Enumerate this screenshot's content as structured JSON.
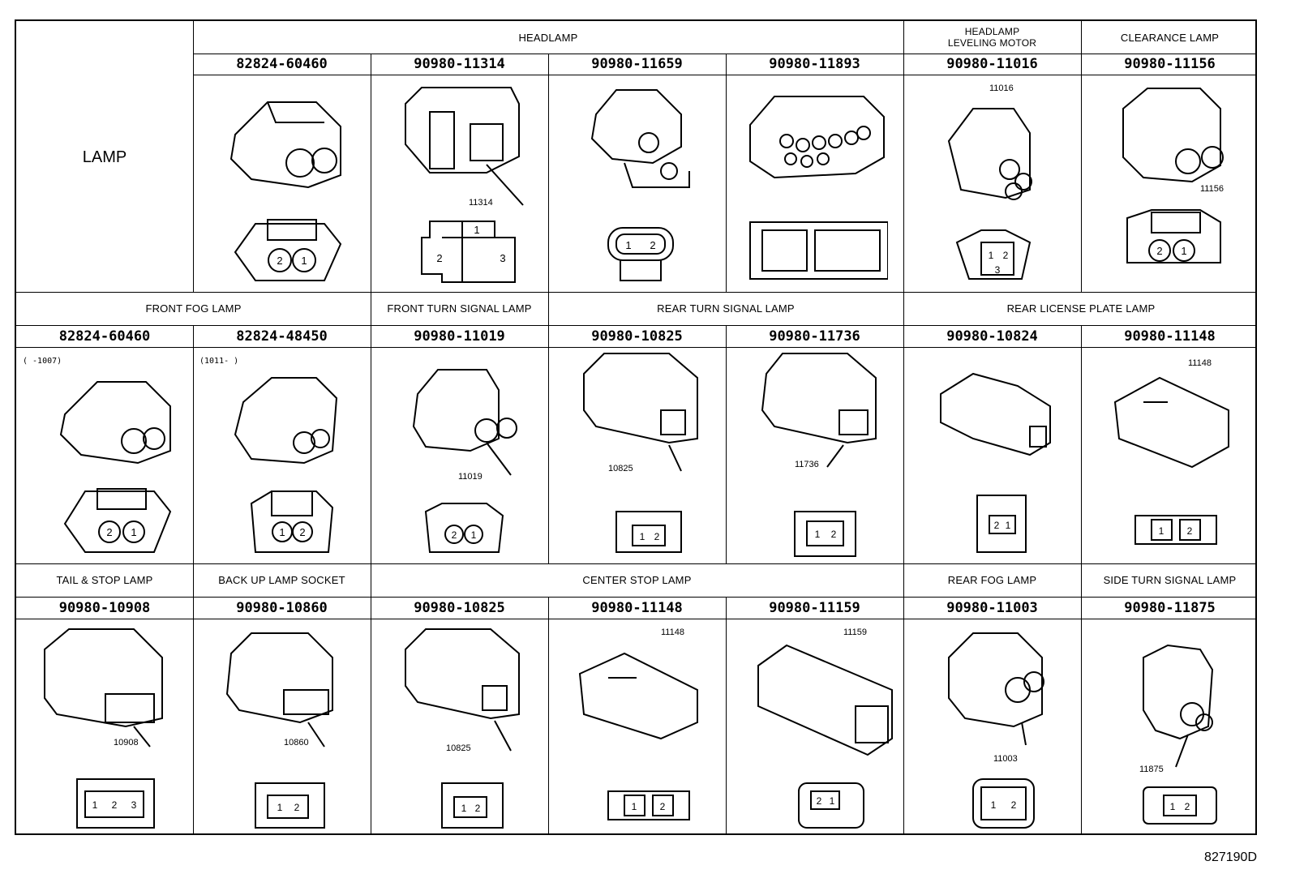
{
  "title_cell": {
    "label": "LAMP"
  },
  "sections": [
    {
      "row": 1,
      "headers": [
        {
          "label": "HEADLAMP",
          "span": "82824-60460..90980-11893"
        },
        {
          "label": "HEADLAMP\nLEVELING MOTOR"
        },
        {
          "label": "CLEARANCE LAMP"
        }
      ],
      "connectors": [
        {
          "part_number": "82824-60460",
          "pins": [
            "2",
            "1"
          ],
          "callout": ""
        },
        {
          "part_number": "90980-11314",
          "pins": [
            "1",
            "2",
            "3"
          ],
          "callout": "11314"
        },
        {
          "part_number": "90980-11659",
          "pins": [
            "1",
            "2"
          ],
          "callout": ""
        },
        {
          "part_number": "90980-11893",
          "pins": [],
          "callout": ""
        },
        {
          "part_number": "90980-11016",
          "pins": [
            "1",
            "2",
            "3"
          ],
          "callout": "11016"
        },
        {
          "part_number": "90980-11156",
          "pins": [
            "2",
            "1"
          ],
          "callout": "11156"
        }
      ]
    },
    {
      "row": 2,
      "headers": [
        {
          "label": "FRONT FOG LAMP"
        },
        {
          "label": "FRONT TURN SIGNAL LAMP"
        },
        {
          "label": "REAR TURN SIGNAL LAMP"
        },
        {
          "label": "REAR LICENSE PLATE LAMP"
        }
      ],
      "connectors": [
        {
          "part_number": "82824-60460",
          "pins": [
            "2",
            "1"
          ],
          "callout": "",
          "note": "(     -1007)"
        },
        {
          "part_number": "82824-48450",
          "pins": [
            "1",
            "2"
          ],
          "callout": "",
          "note": "(1011-     )"
        },
        {
          "part_number": "90980-11019",
          "pins": [
            "2",
            "1"
          ],
          "callout": "11019"
        },
        {
          "part_number": "90980-10825",
          "pins": [
            "1",
            "2"
          ],
          "callout": "10825"
        },
        {
          "part_number": "90980-11736",
          "pins": [
            "1",
            "2"
          ],
          "callout": "11736"
        },
        {
          "part_number": "90980-10824",
          "pins": [
            "2",
            "1"
          ],
          "callout": ""
        },
        {
          "part_number": "90980-11148",
          "pins": [
            "1",
            "2"
          ],
          "callout": "11148"
        }
      ]
    },
    {
      "row": 3,
      "headers": [
        {
          "label": "TAIL & STOP LAMP"
        },
        {
          "label": "BACK UP LAMP SOCKET"
        },
        {
          "label": "CENTER STOP LAMP"
        },
        {
          "label": "REAR FOG LAMP"
        },
        {
          "label": "SIDE TURN SIGNAL LAMP"
        }
      ],
      "connectors": [
        {
          "part_number": "90980-10908",
          "pins": [
            "1",
            "2",
            "3"
          ],
          "callout": "10908"
        },
        {
          "part_number": "90980-10860",
          "pins": [
            "1",
            "2"
          ],
          "callout": "10860"
        },
        {
          "part_number": "90980-10825",
          "pins": [
            "1",
            "2"
          ],
          "callout": "10825"
        },
        {
          "part_number": "90980-11148",
          "pins": [
            "1",
            "2"
          ],
          "callout": "11148"
        },
        {
          "part_number": "90980-11159",
          "pins": [
            "2",
            "1"
          ],
          "callout": "11159"
        },
        {
          "part_number": "90980-11003",
          "pins": [
            "1",
            "2"
          ],
          "callout": "11003"
        },
        {
          "part_number": "90980-11875",
          "pins": [
            "1",
            "2"
          ],
          "callout": "11875"
        }
      ]
    }
  ],
  "diagram_code": "827190D"
}
